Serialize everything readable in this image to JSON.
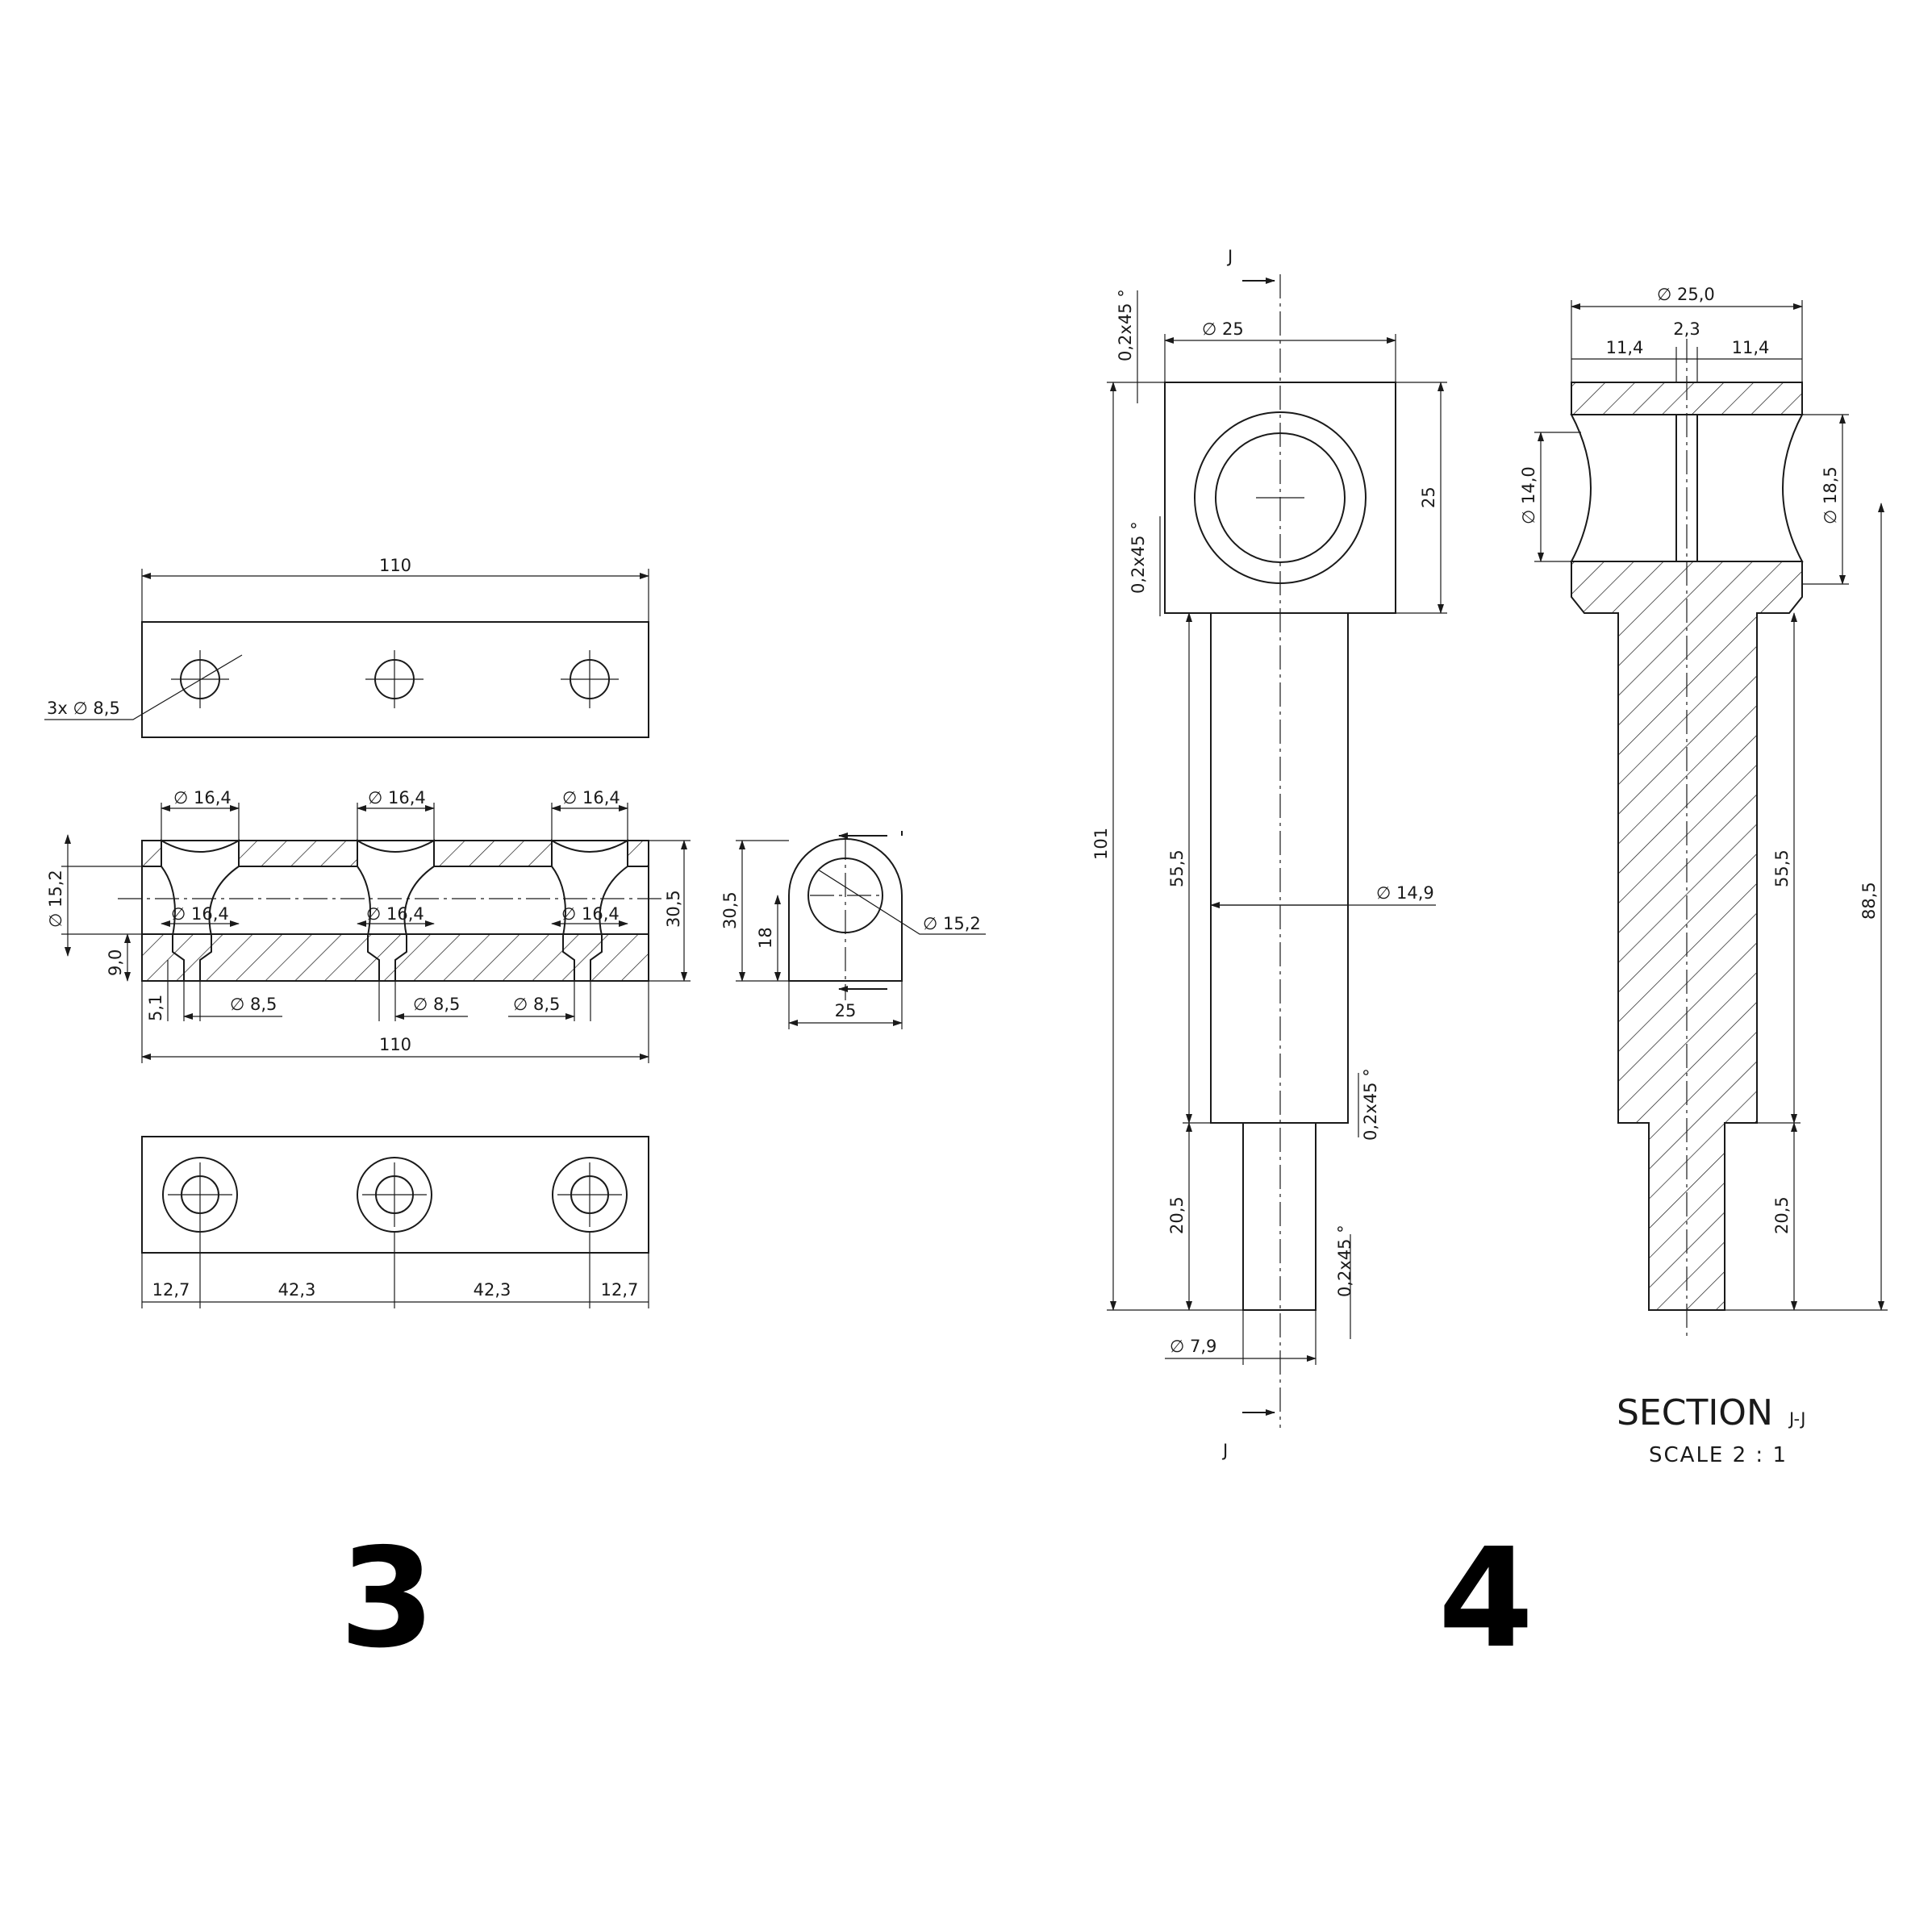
{
  "part3": {
    "number": "3",
    "top_view": {
      "len": "110",
      "holes": "3x ∅ 8,5"
    },
    "front_view": {
      "d_top": [
        "∅ 16,4",
        "∅ 16,4",
        "∅ 16,4"
      ],
      "d_mid": [
        "∅ 16,4",
        "∅ 16,4",
        "∅ 16,4"
      ],
      "d_bot": [
        "∅ 8,5",
        "∅ 8,5",
        "∅ 8,5"
      ],
      "d_left": "∅ 15,2",
      "h_right": "30,5",
      "h_9": "9,0",
      "h_5": "5,1",
      "len": "110"
    },
    "side_view": {
      "h": "30,5",
      "h2": "18",
      "w": "25",
      "d": "∅ 15,2"
    },
    "bottom_view": {
      "d1": "12,7",
      "d2": "42,3",
      "d3": "42,3",
      "d4": "12,7"
    }
  },
  "part4": {
    "number": "4",
    "main": {
      "cut_label_top": "J",
      "cut_label_bot": "J",
      "d_head": "∅ 25",
      "head_h": "25",
      "chamfer_1": "0,2x45 °",
      "chamfer_2": "0,2x45 °",
      "chamfer_3": "0,2x45 °",
      "chamfer_4": "0,2x45 °",
      "total_len": "101",
      "shaft_len": "55,5",
      "d_shaft": "∅ 14,9",
      "pin_len": "20,5",
      "d_pin": "∅ 7,9"
    },
    "section": {
      "d_outer": "∅ 25,0",
      "w_left": "11,4",
      "w_mid": "2,3",
      "w_right": "11,4",
      "d_groove": "∅ 14,0",
      "d_groove2": "∅ 18,5",
      "shaft_len": "55,5",
      "pin_len": "20,5",
      "total": "88,5",
      "title": "SECTION",
      "title_suffix": "J-J",
      "scale": "SCALE 2 : 1"
    }
  }
}
